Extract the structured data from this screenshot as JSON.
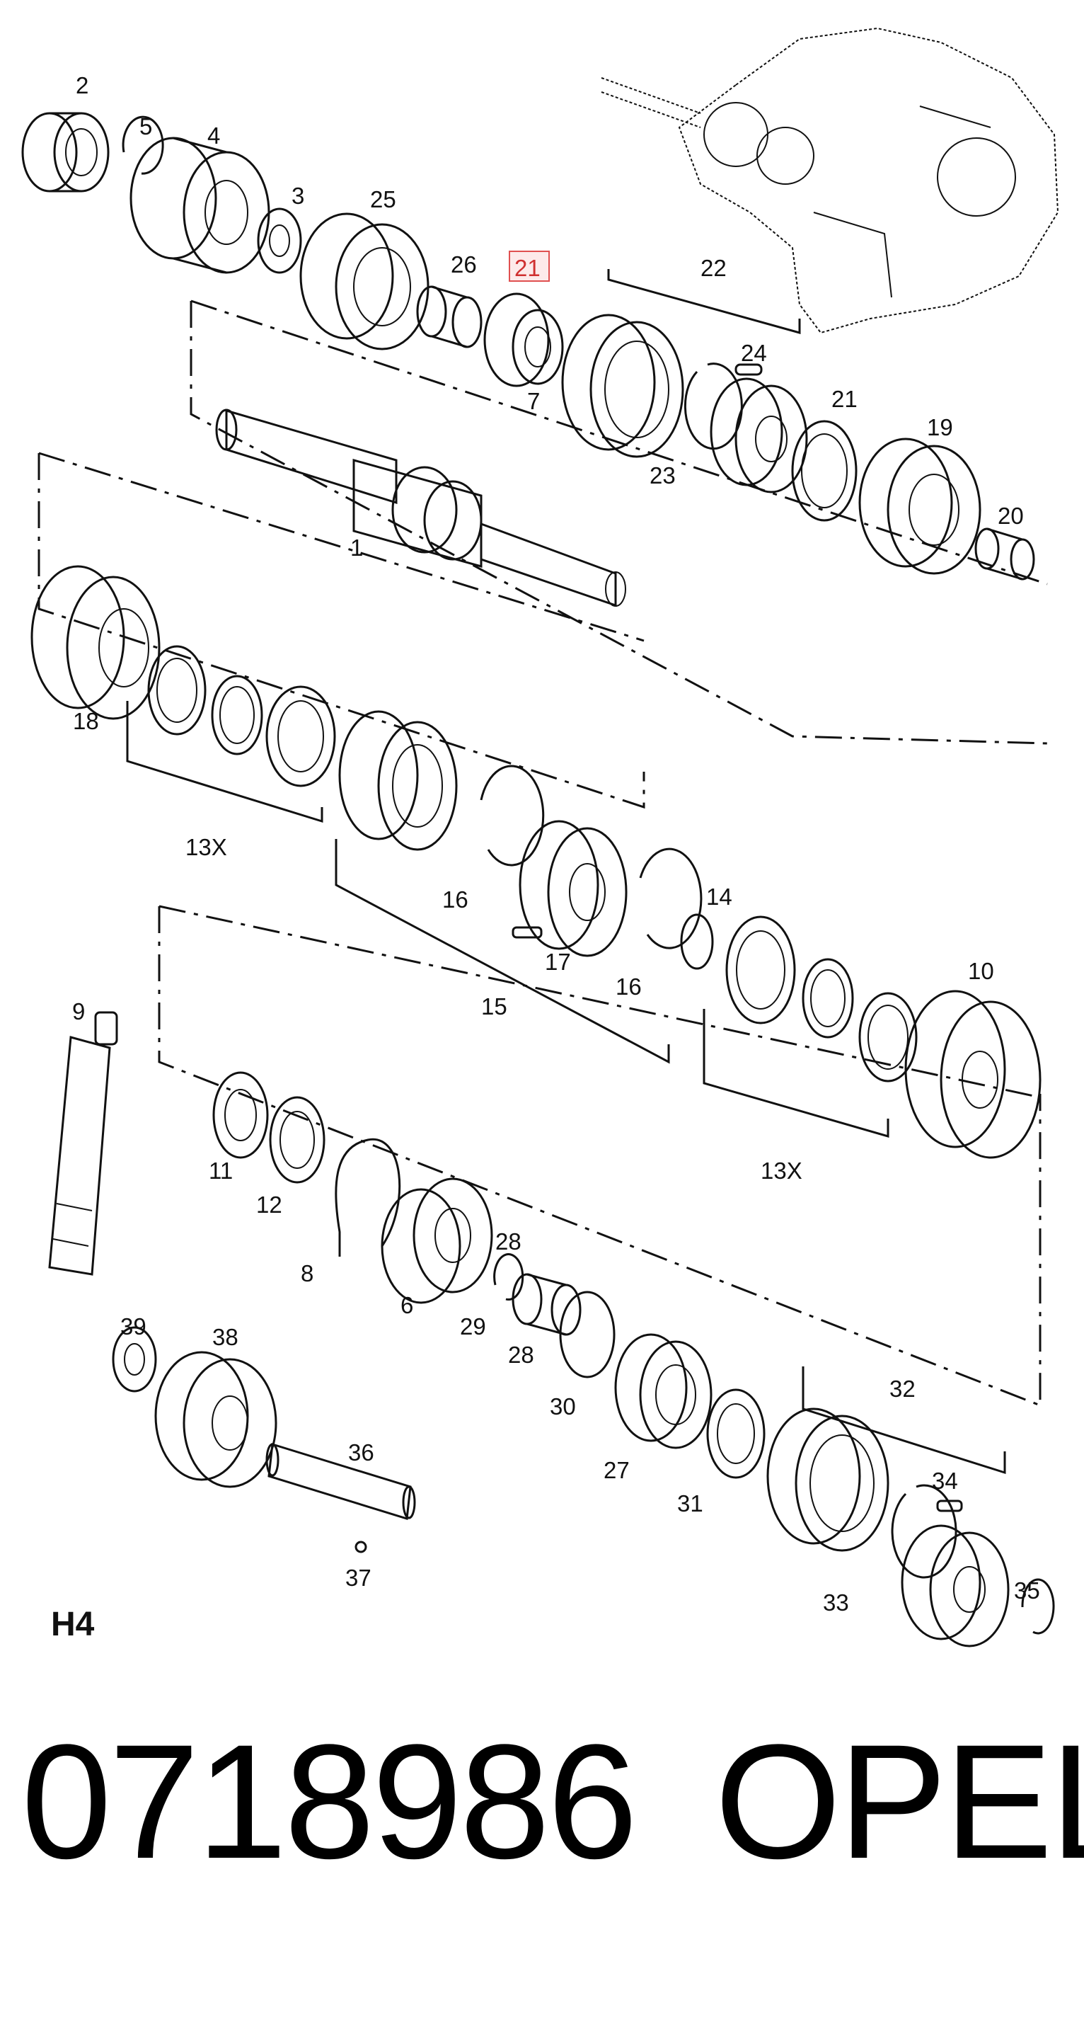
{
  "diagram": {
    "section_code": "H4",
    "highlighted_callout": "21",
    "labels": {
      "p2": "2",
      "p5": "5",
      "p4": "4",
      "p3": "3",
      "p25": "25",
      "p26": "26",
      "p21_top": "21",
      "p22": "22",
      "p24": "24",
      "p21": "21",
      "p19": "19",
      "p7": "7",
      "p23": "23",
      "p20": "20",
      "p1": "1",
      "p18": "18",
      "p13x_left": "13X",
      "p16_left": "16",
      "p14": "14",
      "p10": "10",
      "p17": "17",
      "p16_right": "16",
      "p15": "15",
      "p9": "9",
      "p13x_right": "13X",
      "p11": "11",
      "p12": "12",
      "p8": "8",
      "p28_top": "28",
      "p6": "6",
      "p29": "29",
      "p28_bottom": "28",
      "p39": "39",
      "p38": "38",
      "p30": "30",
      "p32": "32",
      "p27": "27",
      "p36": "36",
      "p31": "31",
      "p34": "34",
      "p33": "33",
      "p35": "35",
      "p37": "37"
    }
  },
  "footer": {
    "part_number": "0718986",
    "brand": "OPEL"
  }
}
